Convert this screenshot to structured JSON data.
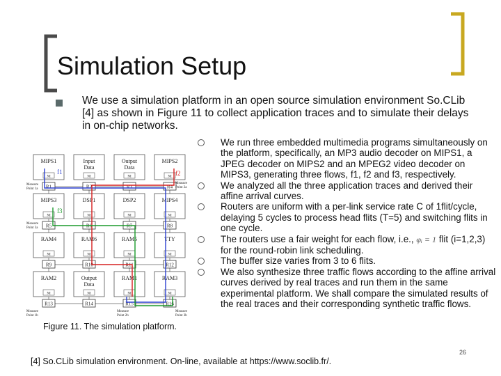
{
  "slide": {
    "title": "Simulation Setup",
    "main_bullet": "We use a simulation platform in an open source simulation environment So.CLib [4] as shown in Figure 11 to collect application traces and to simulate their delays in on-chip networks.",
    "caption": "Figure 11. The simulation platform.",
    "page_number": "26",
    "footnote": "[4] So.CLib simulation environment. On-line, available at https://www.soclib.fr/."
  },
  "sub_bullets": [
    "We run three embedded multimedia programs simultaneously on the platform, specifically, an MP3 audio decoder on MIPS1, a JPEG decoder on MIPS2 and an MPEG2 video decoder on MIPS3, generating three flows, f1, f2 and f3, respectively.",
    "We analyzed all the three application traces and derived their affine arrival curves.",
    "Routers are uniform with a per-link service rate C of 1flit/cycle, delaying 5 cycles to process head flits (T=5) and switching flits in one cycle.",
    "The routers use a fair weight for each flow, i.e.,",
    "The buffer size varies from 3 to 6 flits.",
    "We also synthesize three traffic flows according to the affine arrival curves derived by real traces and run them in the same experimental platform. We shall compare the simulated results of the real traces and their corresponding synthetic traffic flows."
  ],
  "sub_bullet_4_formula": "φᵢ = 1",
  "sub_bullet_4_tail": "flit (i=1,2,3) for the round-robin link scheduling.",
  "figure": {
    "modules": [
      {
        "row": 0,
        "col": 0,
        "label": "MIPS1"
      },
      {
        "row": 0,
        "col": 1,
        "label": "Input Data"
      },
      {
        "row": 0,
        "col": 2,
        "label": "Output Data"
      },
      {
        "row": 0,
        "col": 3,
        "label": "MIPS2"
      },
      {
        "row": 1,
        "col": 0,
        "label": "MIPS3"
      },
      {
        "row": 1,
        "col": 1,
        "label": "DSP1"
      },
      {
        "row": 1,
        "col": 2,
        "label": "DSP2"
      },
      {
        "row": 1,
        "col": 3,
        "label": "MIPS4"
      },
      {
        "row": 2,
        "col": 0,
        "label": "RAM4"
      },
      {
        "row": 2,
        "col": 1,
        "label": "RAM6"
      },
      {
        "row": 2,
        "col": 2,
        "label": "RAM5"
      },
      {
        "row": 2,
        "col": 3,
        "label": "TTY"
      },
      {
        "row": 3,
        "col": 0,
        "label": "RAM2"
      },
      {
        "row": 3,
        "col": 1,
        "label": "Output Data"
      },
      {
        "row": 3,
        "col": 2,
        "label": "RAM1"
      },
      {
        "row": 3,
        "col": 3,
        "label": "RAM3"
      }
    ],
    "routers": [
      "R1",
      "R2",
      "R3",
      "R4",
      "R5",
      "R6",
      "R7",
      "R8",
      "R9",
      "R10",
      "R11",
      "R12",
      "R13",
      "R14",
      "R15",
      "R16"
    ],
    "ni_label": "NI",
    "flow_labels": [
      "f1",
      "f2",
      "f3"
    ],
    "measure_labels": [
      "Measure Point 1a",
      "Measure Point 2a",
      "Measure Point 3a",
      "Measure Point 1b",
      "Measure Point 2b",
      "Measure Point 3b"
    ],
    "colors": {
      "f1": "#2a3fd0",
      "f2": "#d52020",
      "f3": "#1a9a2a"
    }
  }
}
